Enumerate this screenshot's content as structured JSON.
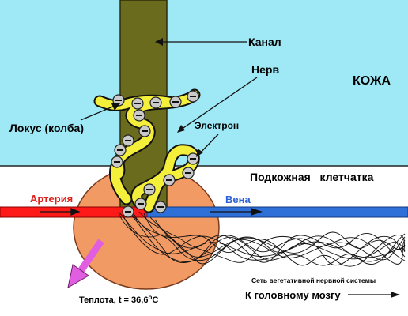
{
  "labels": {
    "canal": "Канал",
    "nerve": "Нерв",
    "skin": "КОЖА",
    "locus": "Локус (колба)",
    "electron": "Электрон",
    "subcutaneous": "Подкожная   клетчатка",
    "artery": "Артерия",
    "vein": "Вена",
    "network": "Сеть вегетативной нервной системы",
    "brain": "К головному мозгу",
    "heat_prefix": "Теплота, t = 36,6",
    "heat_unit": "C"
  },
  "colors": {
    "skin": "#9fe9f7",
    "canal": "#6b6b1e",
    "nerve": "#f3ef3a",
    "artery": "#ff1a1a",
    "vein": "#2f6fd8",
    "subcutaneous_blob": "#f29a64",
    "heat_arrow": "#e25ee0",
    "artery_label": "#e0201a",
    "vein_label": "#2d62d6"
  }
}
